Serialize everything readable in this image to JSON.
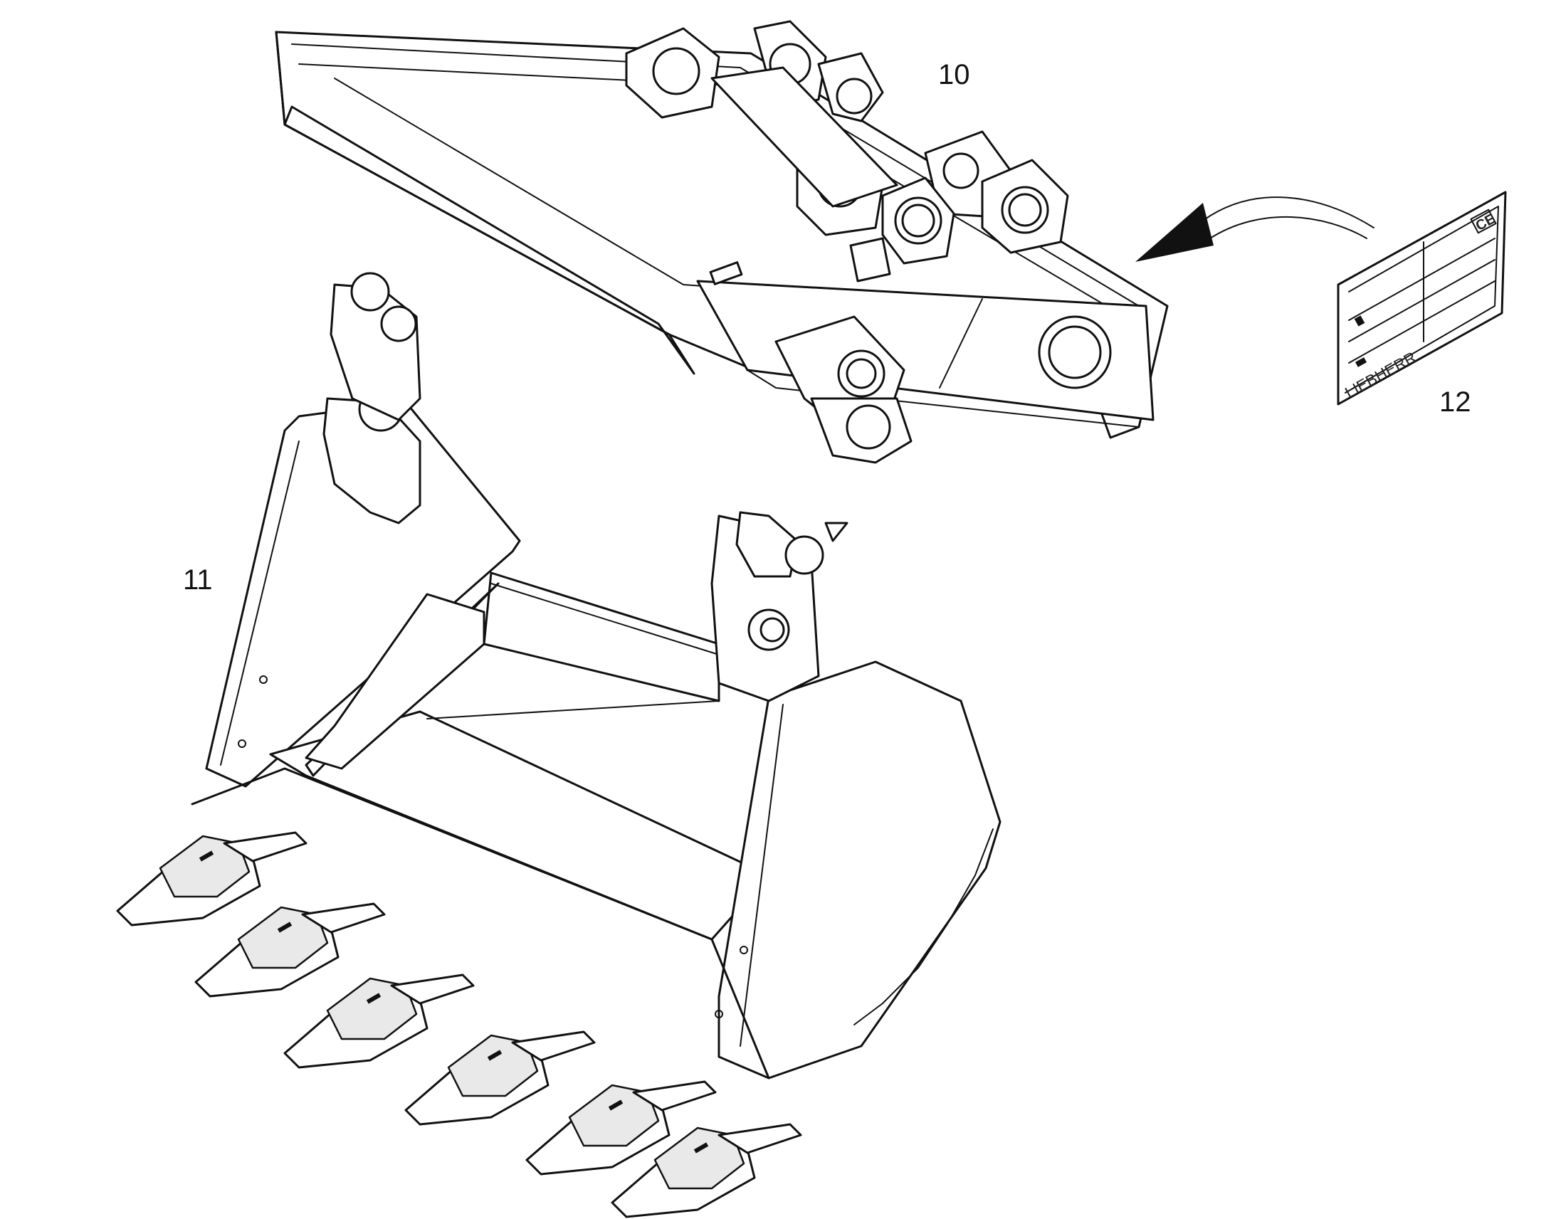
{
  "callouts": [
    {
      "id": "frame",
      "label": "10"
    },
    {
      "id": "bucket",
      "label": "11"
    },
    {
      "id": "plate",
      "label": "12"
    }
  ],
  "plate": {
    "brand": "LIEBHERR",
    "mark": "CE"
  },
  "colors": {
    "line": "#111111",
    "background": "#ffffff",
    "shade": "#e9e9e9"
  }
}
